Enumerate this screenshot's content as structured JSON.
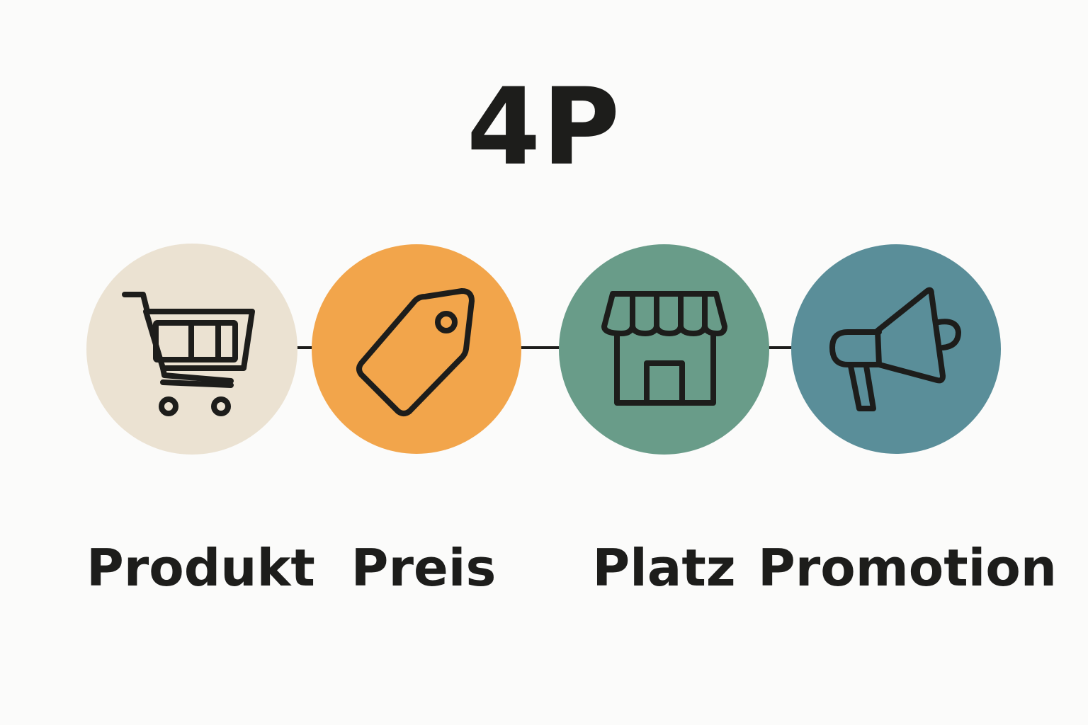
{
  "title": "4P",
  "items": [
    {
      "label": "Produkt",
      "icon": "shopping-cart-icon",
      "color": "#ebe2d2"
    },
    {
      "label": "Preis",
      "icon": "price-tag-icon",
      "color": "#f2a54b"
    },
    {
      "label": "Platz",
      "icon": "storefront-icon",
      "color": "#699c89"
    },
    {
      "label": "Promotion",
      "icon": "megaphone-icon",
      "color": "#5a8e99"
    }
  ],
  "colors": {
    "background": "#fbfbfa",
    "ink": "#1d1d1b"
  }
}
